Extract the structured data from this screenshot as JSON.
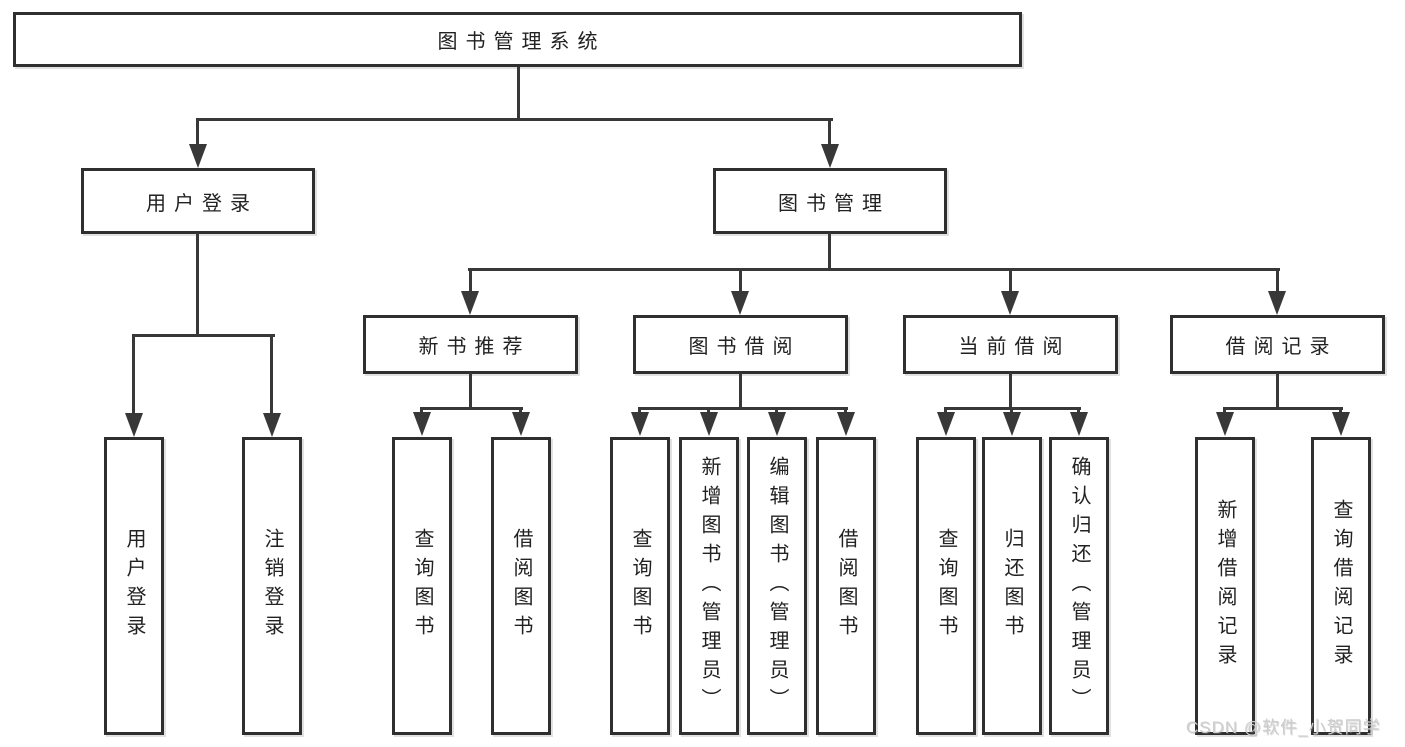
{
  "diagram": {
    "type": "hierarchy-tree",
    "colors": {
      "line": "#383838",
      "box_border": "#2f2f2f",
      "box_background": "#ffffff",
      "text": "#222222",
      "watermark": "#cdcdcd",
      "page_background": "#ffffff"
    },
    "icons": {
      "connector_arrow": "arrow-down-icon"
    }
  },
  "tree": {
    "root": {
      "label": "图书管理系统",
      "children": [
        {
          "label": "用户登录",
          "children": [
            {
              "label": "用户登录"
            },
            {
              "label": "注销登录"
            }
          ]
        },
        {
          "label": "图书管理",
          "children": [
            {
              "label": "新书推荐",
              "children": [
                {
                  "label": "查询图书"
                },
                {
                  "label": "借阅图书"
                }
              ]
            },
            {
              "label": "图书借阅",
              "children": [
                {
                  "label": "查询图书"
                },
                {
                  "label": "新增图书（管理员）"
                },
                {
                  "label": "编辑图书（管理员）"
                },
                {
                  "label": "借阅图书"
                }
              ]
            },
            {
              "label": "当前借阅",
              "children": [
                {
                  "label": "查询图书"
                },
                {
                  "label": "归还图书"
                },
                {
                  "label": "确认归还（管理员）"
                }
              ]
            },
            {
              "label": "借阅记录",
              "children": [
                {
                  "label": "新增借阅记录"
                },
                {
                  "label": "查询借阅记录"
                }
              ]
            }
          ]
        }
      ]
    }
  },
  "watermark": {
    "text": "CSDN @软件_小贺同学"
  }
}
